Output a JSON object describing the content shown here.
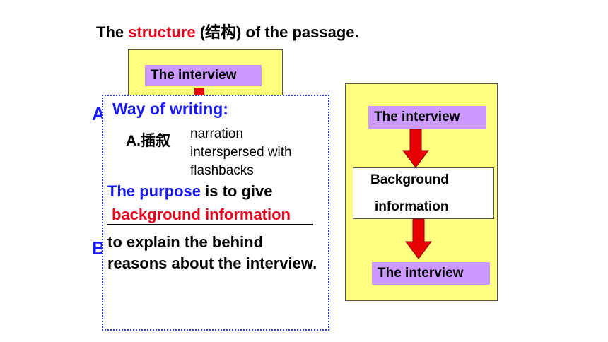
{
  "title": {
    "prefix": "The ",
    "highlight": "structure",
    "suffix": " (结构) of the passage."
  },
  "left_flow": {
    "box_label": "The interview",
    "hidden_letters": [
      "A",
      "B"
    ]
  },
  "popup": {
    "heading": "Way of writing:",
    "option_a_label": "A.插叙",
    "option_a_desc": "narration interspersed with flashbacks",
    "purpose_lead": "The purpose",
    "purpose_rest": " is to give",
    "blank_answer": "background information",
    "explanation": "to explain the behind reasons about the interview."
  },
  "right_flow": {
    "top_box": "The interview",
    "middle_line1": "Background",
    "middle_line2": "information",
    "bottom_box": "The interview"
  },
  "colors": {
    "highlight_red": "#e8001c",
    "accent_blue": "#1a1aff",
    "panel_yellow": "#ffff80",
    "box_purple": "#cc99ff",
    "arrow_red": "#e60000"
  }
}
